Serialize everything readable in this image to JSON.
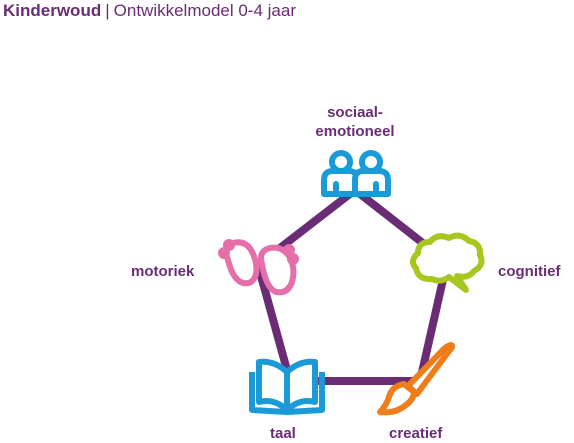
{
  "header": {
    "brand": "Kinderwoud",
    "separator": "|",
    "subtitle": "Ontwikkelmodel 0-4 jaar"
  },
  "diagram": {
    "nodes": [
      {
        "id": "sociaal",
        "label_line1": "sociaal-",
        "label_line2": "emotioneel",
        "icon": "people-icon",
        "color": "#1a9ad7"
      },
      {
        "id": "cognitief",
        "label": "cognitief",
        "icon": "thought-bubble-icon",
        "color": "#a6c81e"
      },
      {
        "id": "creatief",
        "label": "creatief",
        "icon": "paintbrush-icon",
        "color": "#ef7d1a"
      },
      {
        "id": "taal",
        "label": "taal",
        "icon": "open-book-icon",
        "color": "#1a9ad7"
      },
      {
        "id": "motoriek",
        "label": "motoriek",
        "icon": "footprints-icon",
        "color": "#e56fa8"
      }
    ],
    "edge_color": "#6a2c75"
  }
}
